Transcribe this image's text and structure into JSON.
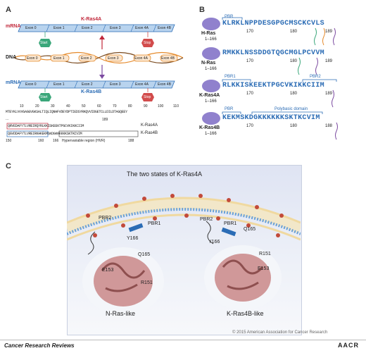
{
  "panels": {
    "a": "A",
    "b": "B",
    "c": "C"
  },
  "panelA": {
    "mrna_top": "mRNA",
    "dna": "DNA",
    "mrna_bottom": "mRNA",
    "kras4a": "K-Ras4A",
    "kras4b": "K-Ras4B",
    "exons_mrna": [
      "Exon 0",
      "Exon 1",
      "Exon 2",
      "Exon 3",
      "Exon 4A",
      "Exon 4B"
    ],
    "exons_dna": [
      "Exon 0",
      "Exon 1",
      "Exon 2",
      "Exon 3",
      "Exon 4A",
      "Exon 4B"
    ],
    "start": "Start",
    "stop": "Stop",
    "seq_ticks": [
      "10",
      "20",
      "30",
      "40",
      "50",
      "60",
      "70",
      "80",
      "90",
      "100",
      "110"
    ],
    "seq_full": "MTEYKLVVVGAGGVGKSALTIQLIQNHFVDEYDPTIEDSYRKQVVIDGETCLLDILDTAGQEEY",
    "seq_dots": "...",
    "seq_4a": "QRVEDAFYTLVREIRQYRLKKISKEEKTPGCVKIKKCIIM",
    "seq_4a_name": "K-Ras4A",
    "seq_4a_end": "189",
    "seq_4b": "QGVDDAFYTLVREIRKHKEKMSKDGKKKKKKSKTKCVIM",
    "seq_4b_name": "K-Ras4B",
    "seq_4b_ticks": [
      "150",
      "160",
      "166"
    ],
    "seq_4b_end": "188",
    "hvr": "Hypervariable region (HVR)"
  },
  "panelB": {
    "proteins": [
      {
        "name": "H-Ras",
        "range": "1–166",
        "motif": "PBR",
        "seq": "KLRKLNPPDESGPGCMSCKCVLS",
        "ticks": [
          "170",
          "180",
          "189"
        ]
      },
      {
        "name": "N-Ras",
        "range": "1–166",
        "motif": "",
        "seq": "RMKKLNSSDDGTQGCMGLPCVVM",
        "ticks": [
          "170",
          "180",
          "189"
        ]
      },
      {
        "name": "K-Ras4A",
        "range": "1–166",
        "motif": "PBR1",
        "motif2": "PBR2",
        "seq": "RLKKISKEEKTPGCVKIKKCIIM",
        "ticks": [
          "170",
          "180",
          "189"
        ]
      },
      {
        "name": "K-Ras4B",
        "range": "1–166",
        "motif": "PBR",
        "motif2": "Polybasic domain",
        "seq": "KEKMSKDGKKKKKKSKTKCVIM",
        "ticks": [
          "170",
          "180",
          "188"
        ]
      }
    ]
  },
  "panelC": {
    "title": "The two states of K-Ras4A",
    "left": {
      "pbr2": "PBR2",
      "pbr1": "PBR1",
      "q165": "Q165",
      "y166": "Y166",
      "e153": "E153",
      "r151": "R151",
      "caption": "N-Ras-like"
    },
    "right": {
      "pbr2": "PBR2",
      "pbr1": "PBR1",
      "q165": "Q165",
      "y166": "Y166",
      "r151": "R151",
      "e153": "E153",
      "caption": "K-Ras4B-like"
    },
    "copyright": "© 2015 American Association for Cancer Research"
  },
  "footer": {
    "journal": "Cancer Research Reviews",
    "logo": "AACR"
  },
  "colors": {
    "mrna_blue": "#2b6cb5",
    "kras_red": "#c0273a",
    "exon_fill": "#b8d3ee",
    "dna_orange": "#e58a2b",
    "start_green": "#3aa77a",
    "stop_red": "#d24b4b",
    "protein_pink": "#c98787",
    "membrane_red": "#c24a3a"
  },
  "icons": {
    "up_arrow": "arrow-up-icon",
    "down_arrow": "arrow-down-icon",
    "protein_ellipse": "protein-blob-icon",
    "lipid_tail": "lipid-tail-icon"
  }
}
